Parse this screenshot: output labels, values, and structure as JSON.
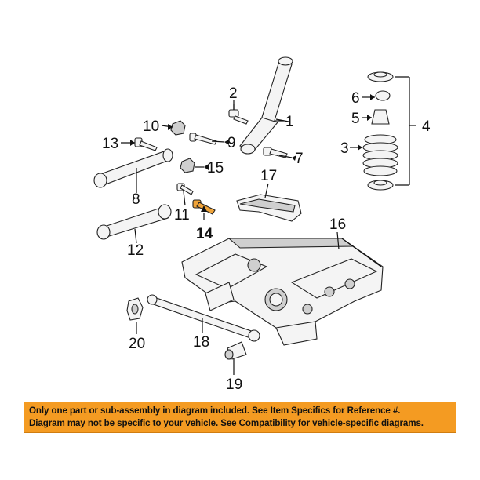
{
  "callouts": {
    "c1": "1",
    "c2": "2",
    "c3": "3",
    "c4": "4",
    "c5": "5",
    "c6": "6",
    "c7": "7",
    "c8": "8",
    "c9": "9",
    "c10": "10",
    "c11": "11",
    "c12": "12",
    "c13": "13",
    "c14": "14",
    "c15": "15",
    "c16": "16",
    "c17": "17",
    "c18": "18",
    "c19": "19",
    "c20": "20"
  },
  "highlighted_part": "14",
  "colors": {
    "banner": "#f49b22",
    "highlight": "#f0a43a"
  },
  "banner": {
    "line1": "Only one part or sub-assembly in diagram included. See Item Specifics for Reference #.",
    "line2": "Diagram may not be specific to your vehicle. See Compatibility for vehicle-specific diagrams."
  }
}
